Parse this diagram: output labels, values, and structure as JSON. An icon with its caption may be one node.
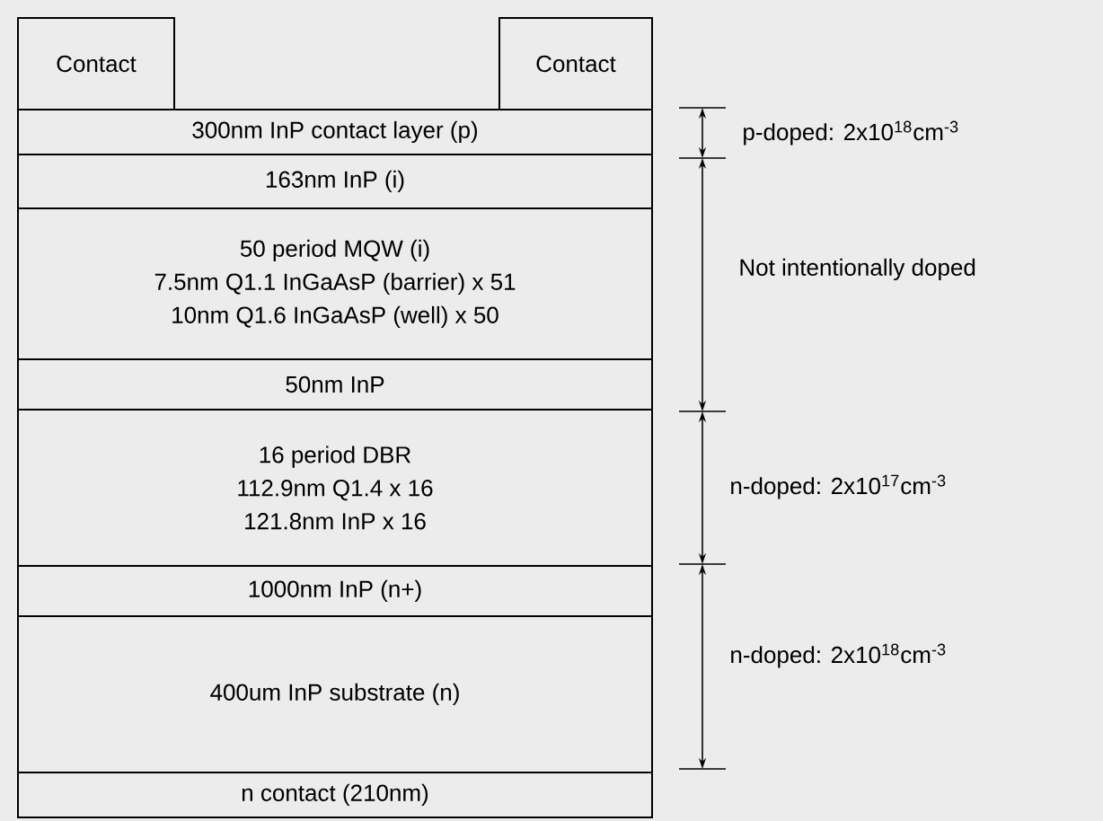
{
  "diagram": {
    "nodes": [
      {
        "text": [
          "Contact"
        ]
      },
      {
        "text": [
          "Contact"
        ]
      },
      {
        "text": [
          "300nm InP contact layer (p)"
        ]
      },
      {
        "text": [
          "163nm InP (i)"
        ]
      },
      {
        "text": [
          "50 period MQW (i)",
          "7.5nm Q1.1 InGaAsP (barrier) x 51",
          "10nm Q1.6 InGaAsP (well) x 50"
        ]
      },
      {
        "text": [
          "50nm InP"
        ]
      },
      {
        "text": [
          "16 period DBR",
          "112.9nm Q1.4 x 16",
          "121.8nm InP x 16"
        ]
      },
      {
        "text": [
          "1000nm InP (n+)"
        ]
      },
      {
        "text": [
          "400um InP substrate (n)"
        ]
      },
      {
        "text": [
          "n contact (210nm)"
        ]
      }
    ],
    "labels": [
      "p-doped: 2x10$^{18}$cm$^{-3}$",
      "Not intentionally doped",
      "n-doped: 2x10$^{17}$cm$^{-3}$",
      "n-doped: 2x10$^{18}$cm$^{-3}$"
    ]
  }
}
